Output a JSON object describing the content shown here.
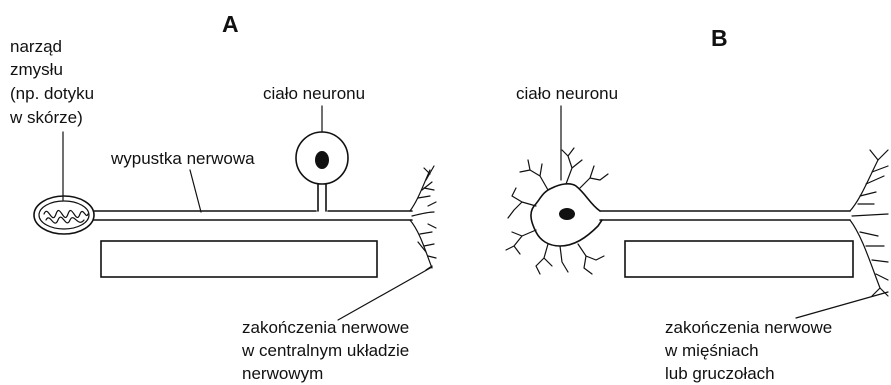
{
  "panel_a": {
    "letter": "A",
    "sense_organ_label": [
      "narząd",
      "zmysłu",
      "(np. dotyku",
      "w skórze)"
    ],
    "fiber_label": "wypustka nerwowa",
    "cell_body_label": "ciało neuronu",
    "endings_label": [
      "zakończenia nerwowe",
      "w centralnym układzie",
      "nerwowym"
    ],
    "answer_box": ""
  },
  "panel_b": {
    "letter": "B",
    "cell_body_label": "ciało neuronu",
    "endings_label": [
      "zakończenia nerwowe",
      "w mięśniach",
      "lub gruczołach"
    ],
    "answer_box": ""
  }
}
